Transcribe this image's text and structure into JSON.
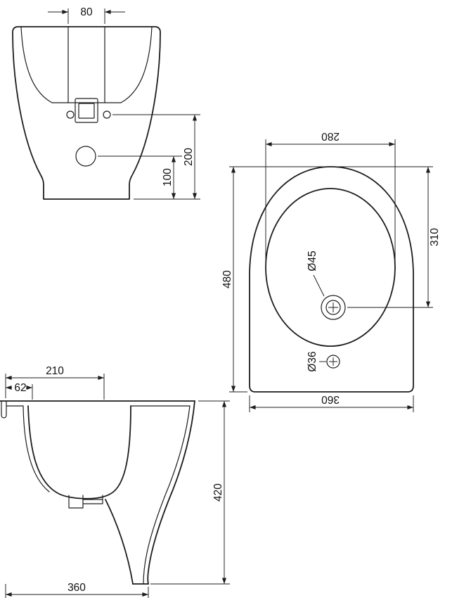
{
  "style": {
    "line_color": "#1c1c1c",
    "background": "#ffffff"
  },
  "front_view": {
    "dim_width_80": "80",
    "dim_height_200": "200",
    "dim_height_100": "100"
  },
  "plan_view": {
    "dim_width_280": "280",
    "dim_height_480": "480",
    "dim_height_310": "310",
    "dim_hole_45": "Ø45",
    "dim_hole_36": "Ø36",
    "dim_width_360": "360"
  },
  "side_view": {
    "dim_depth_210": "210",
    "dim_offset_62": "62",
    "dim_height_420": "420",
    "dim_depth_360": "360"
  }
}
